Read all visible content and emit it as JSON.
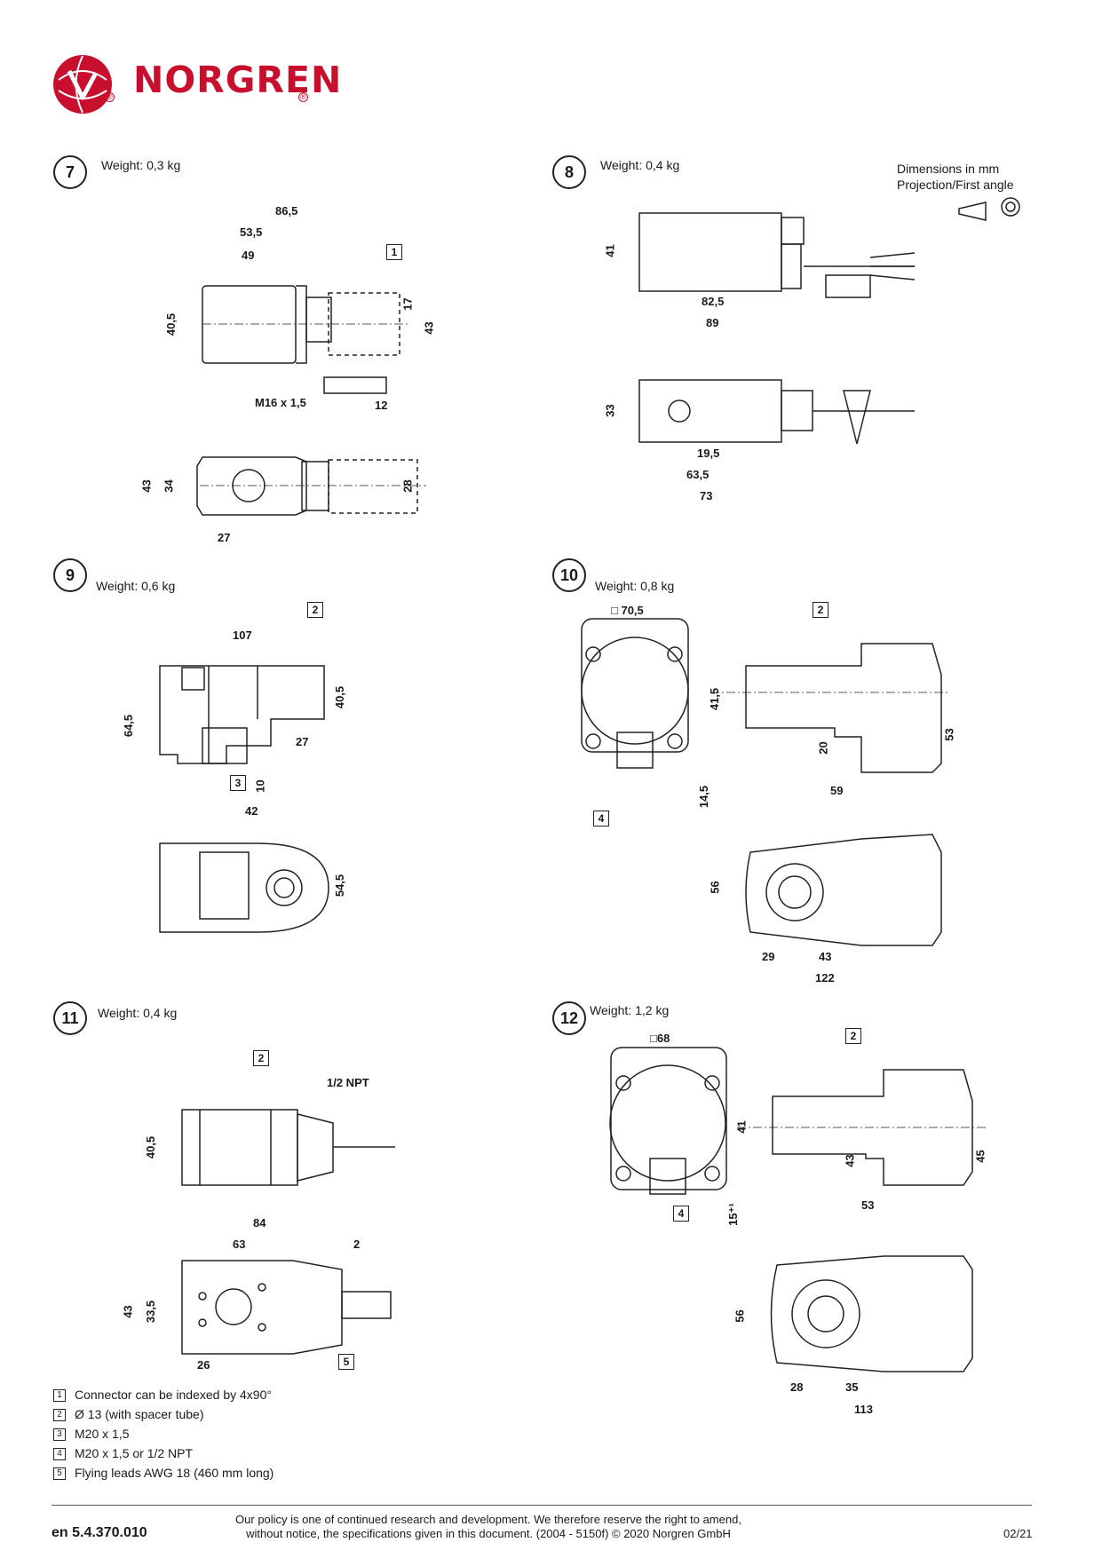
{
  "brand": {
    "name": "NORGREN",
    "reg": "®"
  },
  "projection": {
    "line1": "Dimensions in mm",
    "line2": "Projection/First angle"
  },
  "figures": {
    "f7": {
      "num": "7",
      "weight": "Weight: 0,3 kg"
    },
    "f8": {
      "num": "8",
      "weight": "Weight: 0,4 kg"
    },
    "f9": {
      "num": "9",
      "weight": "Weight: 0,6 kg"
    },
    "f10": {
      "num": "10",
      "weight": "Weight: 0,8 kg"
    },
    "f11": {
      "num": "11",
      "weight": "Weight: 0,4 kg"
    },
    "f12": {
      "num": "12",
      "weight": "Weight: 1,2 kg"
    }
  },
  "dims": {
    "f7": {
      "d865": "86,5",
      "d535": "53,5",
      "d49": "49",
      "d405": "40,5",
      "d17": "17",
      "d43": "43",
      "m16": "M16 x 1,5",
      "d12": "12",
      "d43b": "43",
      "d34": "34",
      "d28": "28",
      "d27": "27",
      "tag1": "1"
    },
    "f8": {
      "d41": "41",
      "d825": "82,5",
      "d89": "89",
      "d33": "33",
      "d195": "19,5",
      "d635": "63,5",
      "d73": "73"
    },
    "f9": {
      "d107": "107",
      "d645": "64,5",
      "d405": "40,5",
      "d27": "27",
      "d10": "10",
      "d42": "42",
      "d545": "54,5",
      "tag2": "2",
      "tag3": "3"
    },
    "f10": {
      "d705": "□ 70,5",
      "d415": "41,5",
      "d20": "20",
      "d145": "14,5",
      "d59": "59",
      "d53": "53",
      "d56": "56",
      "d29": "29",
      "d43": "43",
      "d122": "122",
      "tag2": "2",
      "tag4": "4"
    },
    "f11": {
      "d405": "40,5",
      "npt": "1/2 NPT",
      "d84": "84",
      "d63": "63",
      "d2": "2",
      "d43": "43",
      "d335": "33,5",
      "d26": "26",
      "tag2": "2",
      "tag5": "5"
    },
    "f12": {
      "d68": "□68",
      "d41": "41",
      "d43": "43",
      "d45": "45",
      "d15": "15⁺¹",
      "d53": "53",
      "d56": "56",
      "d28": "28",
      "d35": "35",
      "d113": "113",
      "tag2": "2",
      "tag4": "4"
    }
  },
  "notes": [
    {
      "n": "1",
      "text": "Connector can be indexed by 4x90°"
    },
    {
      "n": "2",
      "text": "Ø 13 (with spacer tube)"
    },
    {
      "n": "3",
      "text": "M20 x 1,5"
    },
    {
      "n": "4",
      "text": "M20 x 1,5 or 1/2 NPT"
    },
    {
      "n": "5",
      "text": "Flying leads AWG 18 (460 mm long)"
    }
  ],
  "footer": {
    "code": "en 5.4.370.010",
    "policy1": "Our policy is one of continued research and development. We therefore reserve the right to amend,",
    "policy2": "without notice, the specifications given in this document. (2004 - 5150f) © 2020 Norgren GmbH",
    "date": "02/21"
  }
}
